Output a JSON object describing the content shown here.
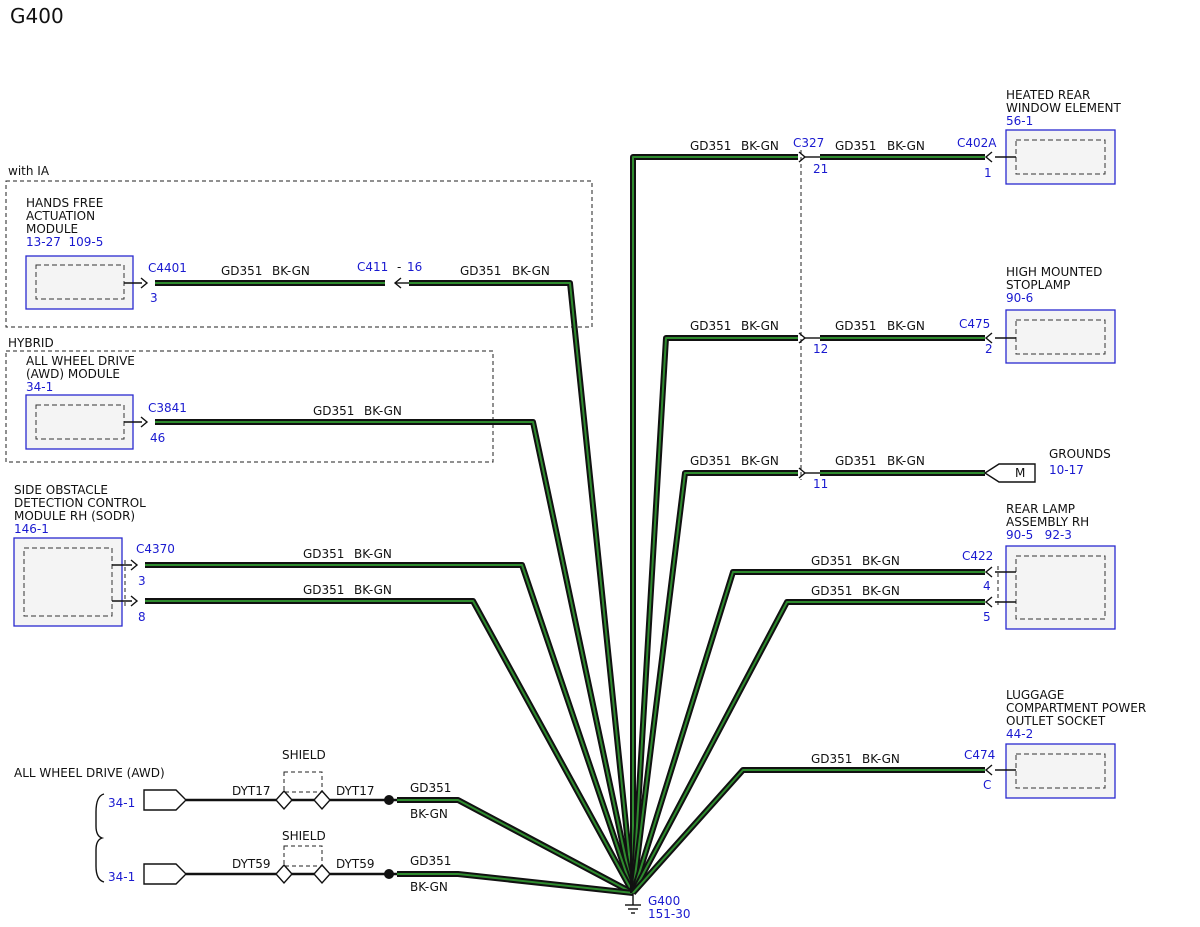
{
  "title": "G400",
  "ground": {
    "name": "G400",
    "ref": "151-30"
  },
  "groups": {
    "ia": "with IA",
    "hybrid": "HYBRID"
  },
  "modules": {
    "hfam": {
      "l1": "HANDS FREE",
      "l2": "ACTUATION",
      "l3": "MODULE",
      "ref": "13-27  109-5"
    },
    "awd": {
      "l1": "ALL WHEEL DRIVE",
      "l2": "(AWD) MODULE",
      "ref": "34-1"
    },
    "sodr": {
      "l1": "SIDE OBSTACLE",
      "l2": "DETECTION CONTROL",
      "l3": "MODULE RH (SODR)",
      "ref": "146-1"
    },
    "heated": {
      "l1": "HEATED REAR",
      "l2": "WINDOW ELEMENT",
      "ref": "56-1"
    },
    "hmsl": {
      "l1": "HIGH MOUNTED",
      "l2": "STOPLAMP",
      "ref": "90-6"
    },
    "grounds": {
      "l1": "GROUNDS",
      "ref": "10-17",
      "badge": "M"
    },
    "rearlamp": {
      "l1": "REAR LAMP",
      "l2": "ASSEMBLY RH",
      "ref": "90-5   92-3"
    },
    "luggage": {
      "l1": "LUGGAGE",
      "l2": "COMPARTMENT POWER",
      "l3": "OUTLET SOCKET",
      "ref": "44-2"
    },
    "awd_bottom": {
      "l1": "ALL WHEEL DRIVE (AWD)"
    }
  },
  "connectors": {
    "c4401": {
      "name": "C4401",
      "pin": "3"
    },
    "c411": {
      "name": "C411",
      "pin": "16",
      "dash": "-"
    },
    "c3841": {
      "name": "C3841",
      "pin": "46"
    },
    "c4370": {
      "name": "C4370",
      "pin1": "3",
      "pin2": "8"
    },
    "c327": {
      "name": "C327",
      "pin1": "21",
      "pin2": "12",
      "pin3": "11"
    },
    "c402a": {
      "name": "C402A",
      "pin": "1"
    },
    "c475": {
      "name": "C475",
      "pin": "2"
    },
    "c422": {
      "name": "C422",
      "pin1": "4",
      "pin2": "5"
    },
    "c474": {
      "name": "C474",
      "pin": "C"
    }
  },
  "wire": {
    "circuit": "GD351",
    "color": "BK-GN"
  },
  "shield": {
    "label": "SHIELD",
    "ref": "34-1",
    "w1": "DYT17",
    "w2": "DYT59"
  },
  "colors": {
    "wire_outer": "#111111",
    "wire_inner": "#2e8b2e",
    "ref_blue": "#1a1ad0"
  }
}
